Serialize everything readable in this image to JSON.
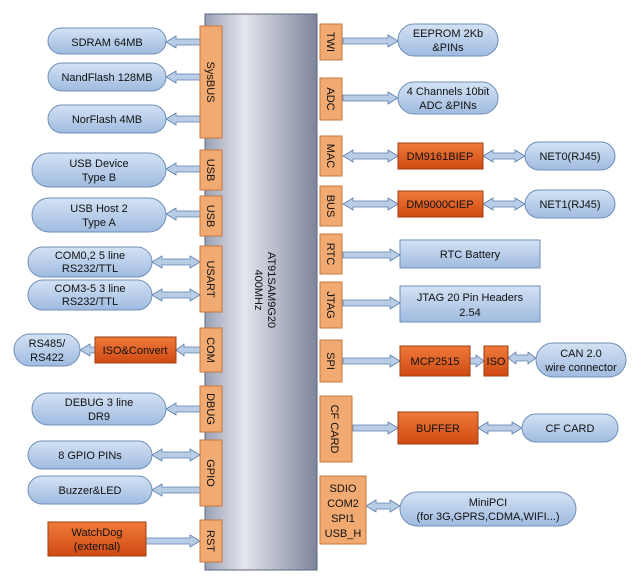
{
  "cpu": {
    "name": "AT91SAM9G20",
    "freq": "400MHz"
  },
  "left_ports": {
    "sysbus": "SysBUS",
    "usb1": "USB",
    "usb2": "USB",
    "usart": "USART",
    "com": "COM",
    "dbug": "DBUG",
    "gpio": "GPIO",
    "rst": "RST"
  },
  "right_ports": {
    "twi": "TWI",
    "adc": "ADC",
    "mac": "MAC",
    "bus": "BUS",
    "rtc": "RTC",
    "jtag": "JTAG",
    "spi": "SPI",
    "cf": "CF CARD",
    "multi": [
      "SDIO",
      "COM2",
      "SPI1",
      "USB_H"
    ]
  },
  "left_externals": {
    "sdram": [
      "SDRAM 64MB"
    ],
    "nand": [
      "NandFlash 128MB"
    ],
    "nor": [
      "NorFlash 4MB"
    ],
    "usb_device": [
      "USB Device",
      "Type B"
    ],
    "usb_host": [
      "USB Host 2",
      "Type A"
    ],
    "com02": [
      "COM0,2 5 line",
      "RS232/TTL"
    ],
    "com35": [
      "COM3-5 3 line",
      "RS232/TTL"
    ],
    "rs485": [
      "RS485/",
      "RS422"
    ],
    "iso_convert": [
      "ISO&Convert"
    ],
    "debug": [
      "DEBUG 3 line",
      "DR9"
    ],
    "gpio_pins": [
      "8 GPIO PINs"
    ],
    "buzzer": [
      "Buzzer&LED"
    ],
    "watchdog": [
      "WatchDog",
      "(external)"
    ]
  },
  "right_externals": {
    "eeprom": [
      "EEPROM 2Kb",
      "&PINs"
    ],
    "adc_ch": [
      "4 Channels 10bit",
      "ADC &PINs"
    ],
    "dm9161": [
      "DM9161BIEP"
    ],
    "net0": [
      "NET0(RJ45)"
    ],
    "dm9000": [
      "DM9000CIEP"
    ],
    "net1": [
      "NET1(RJ45)"
    ],
    "rtc_batt": [
      "RTC Battery"
    ],
    "jtag_hdr": [
      "JTAG  20 Pin Headers",
      "2.54"
    ],
    "mcp2515": [
      "MCP2515"
    ],
    "iso": [
      "ISO"
    ],
    "can": [
      "CAN 2.0",
      "wire connector"
    ],
    "buffer": [
      "BUFFER"
    ],
    "cf_card": [
      "CF CARD"
    ],
    "minipci": [
      "MiniPCI",
      "(for 3G,GPRS,CDMA,WIFI...)"
    ]
  },
  "colors": {
    "cpu_light": "#d9dce6",
    "cpu_dark": "#8e95ab",
    "port": "#f0aa72",
    "box_blue": "#a9c2e3",
    "box_red": "#e05c1e",
    "arrow": "#b9cde6"
  }
}
